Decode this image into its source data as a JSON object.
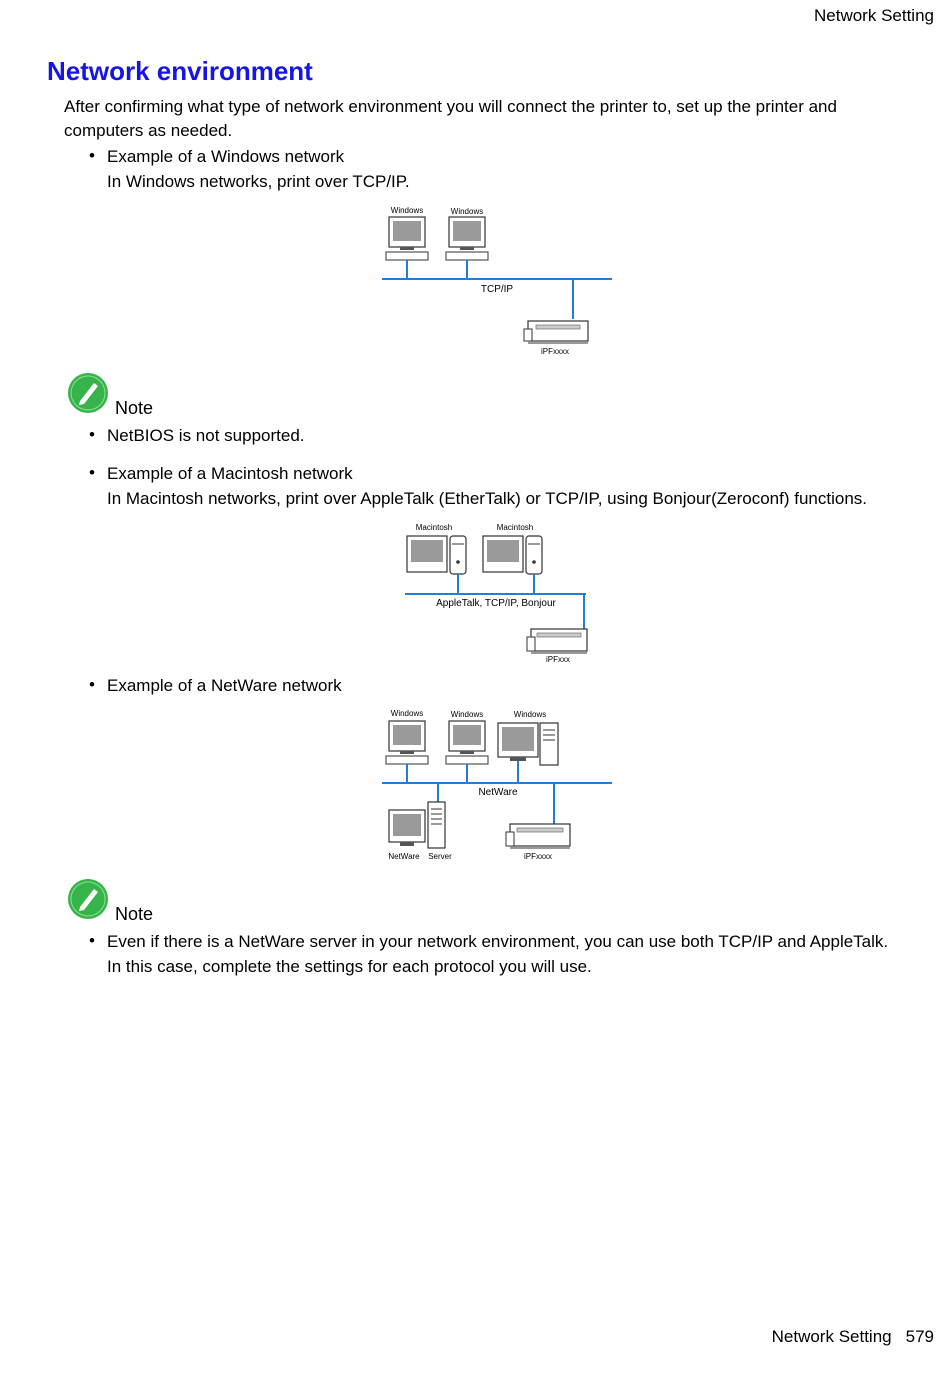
{
  "header": {
    "section": "Network  Setting"
  },
  "title": "Network environment",
  "intro": {
    "line1": "After confirming what type of network environment you will connect the printer to, set up the printer and",
    "line2": "computers as needed."
  },
  "bullet_glyph": "•",
  "windows_example": {
    "heading": "Example of a Windows network",
    "text": "In Windows networks, print over TCP/IP.",
    "diagram": {
      "pc1": "Windows",
      "pc2": "Windows",
      "network": "TCP/IP",
      "printer": "iPFxxxx"
    }
  },
  "note1": {
    "label": "Note",
    "items": [
      "NetBIOS is not supported."
    ]
  },
  "mac_example": {
    "heading": "Example of a Macintosh network",
    "text": "In Macintosh networks, print over AppleTalk (EtherTalk) or TCP/IP, using Bonjour(Zeroconf) functions.",
    "diagram": {
      "mac1": "Macintosh",
      "mac2": "Macintosh",
      "network": "AppleTalk, TCP/IP, Bonjour",
      "printer": "iPFxxx"
    }
  },
  "netware_example": {
    "heading": "Example of a NetWare network",
    "diagram": {
      "pc1": "Windows",
      "pc2": "Windows",
      "pc3": "Windows",
      "network": "NetWare",
      "server_a": "NetWare",
      "server_b": "Server",
      "printer": "iPFxxxx"
    }
  },
  "note2": {
    "label": "Note",
    "line1": "Even if there is a NetWare server in your network environment, you can use both TCP/IP and AppleTalk.",
    "line2": "In this case, complete the settings for each protocol you will use."
  },
  "footer": {
    "section": "Network  Setting",
    "page": "579"
  },
  "colors": {
    "title": "#1515e6",
    "network_line": "#1f7fd6",
    "note_icon": "#36b34a"
  }
}
